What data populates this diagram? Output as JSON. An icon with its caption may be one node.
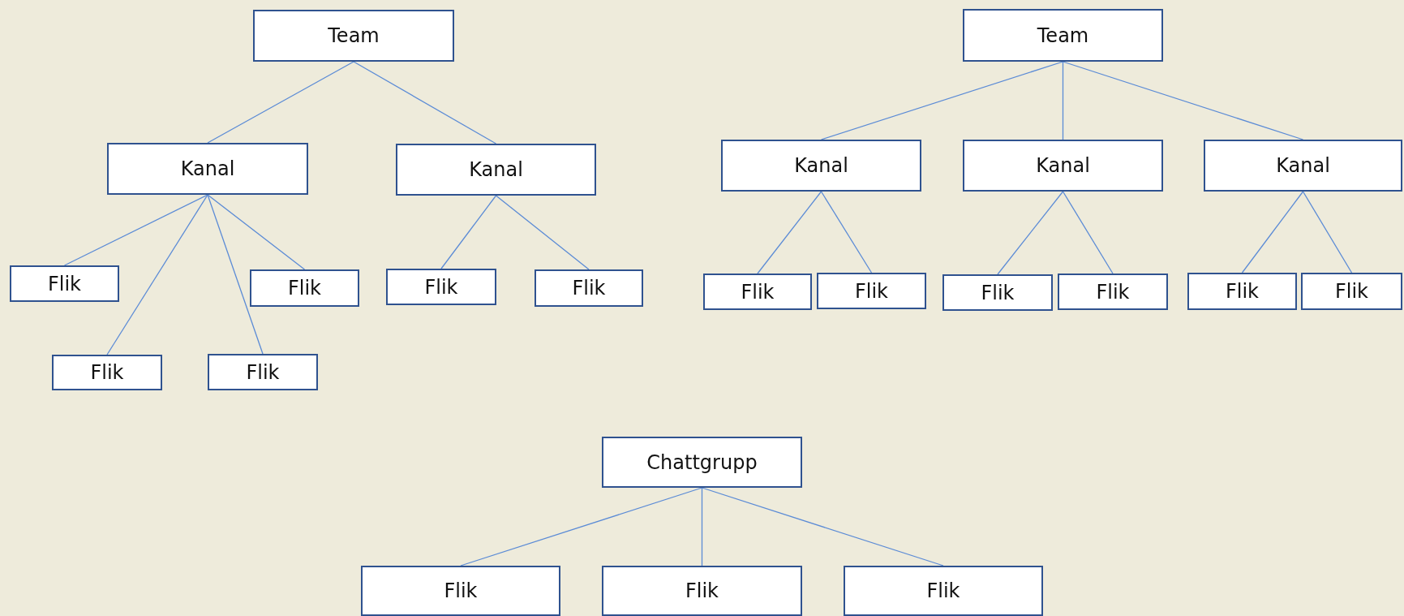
{
  "diagram": {
    "nodes": [
      {
        "text": [
          "Team"
        ]
      },
      {
        "text": [
          "Kanal"
        ]
      },
      {
        "text": [
          "Kanal"
        ]
      },
      {
        "text": [
          "Flik"
        ]
      },
      {
        "text": [
          "Flik"
        ]
      },
      {
        "text": [
          "Flik"
        ]
      },
      {
        "text": [
          "Flik"
        ]
      },
      {
        "text": [
          "Flik"
        ]
      },
      {
        "text": [
          "Flik"
        ]
      },
      {
        "text": [
          "Team"
        ]
      },
      {
        "text": [
          "Kanal"
        ]
      },
      {
        "text": [
          "Kanal"
        ]
      },
      {
        "text": [
          "Kanal"
        ]
      },
      {
        "text": [
          "Flik"
        ]
      },
      {
        "text": [
          "Flik"
        ]
      },
      {
        "text": [
          "Flik"
        ]
      },
      {
        "text": [
          "Flik"
        ]
      },
      {
        "text": [
          "Flik"
        ]
      },
      {
        "text": [
          "Flik"
        ]
      },
      {
        "text": [
          "Chattgrupp"
        ]
      },
      {
        "text": [
          "Flik"
        ]
      },
      {
        "text": [
          "Flik"
        ]
      },
      {
        "text": [
          "Flik"
        ]
      }
    ],
    "edges": [
      {
        "from": 0,
        "to": 1,
        "arrow": "none"
      },
      {
        "from": 0,
        "to": 2,
        "arrow": "none"
      },
      {
        "from": 1,
        "to": 3,
        "arrow": "none"
      },
      {
        "from": 1,
        "to": 5,
        "arrow": "none"
      },
      {
        "from": 1,
        "to": 6,
        "arrow": "none"
      },
      {
        "from": 1,
        "to": 4,
        "arrow": "none"
      },
      {
        "from": 2,
        "to": 7,
        "arrow": "none"
      },
      {
        "from": 2,
        "to": 8,
        "arrow": "none"
      },
      {
        "from": 9,
        "to": 10,
        "arrow": "none"
      },
      {
        "from": 9,
        "to": 11,
        "arrow": "none"
      },
      {
        "from": 9,
        "to": 12,
        "arrow": "none"
      },
      {
        "from": 10,
        "to": 13,
        "arrow": "none"
      },
      {
        "from": 10,
        "to": 14,
        "arrow": "none"
      },
      {
        "from": 11,
        "to": 15,
        "arrow": "none"
      },
      {
        "from": 11,
        "to": 16,
        "arrow": "none"
      },
      {
        "from": 12,
        "to": 17,
        "arrow": "none"
      },
      {
        "from": 12,
        "to": 18,
        "arrow": "none"
      },
      {
        "from": 19,
        "to": 20,
        "arrow": "none"
      },
      {
        "from": 19,
        "to": 21,
        "arrow": "none"
      },
      {
        "from": 19,
        "to": 22,
        "arrow": "none"
      }
    ]
  }
}
